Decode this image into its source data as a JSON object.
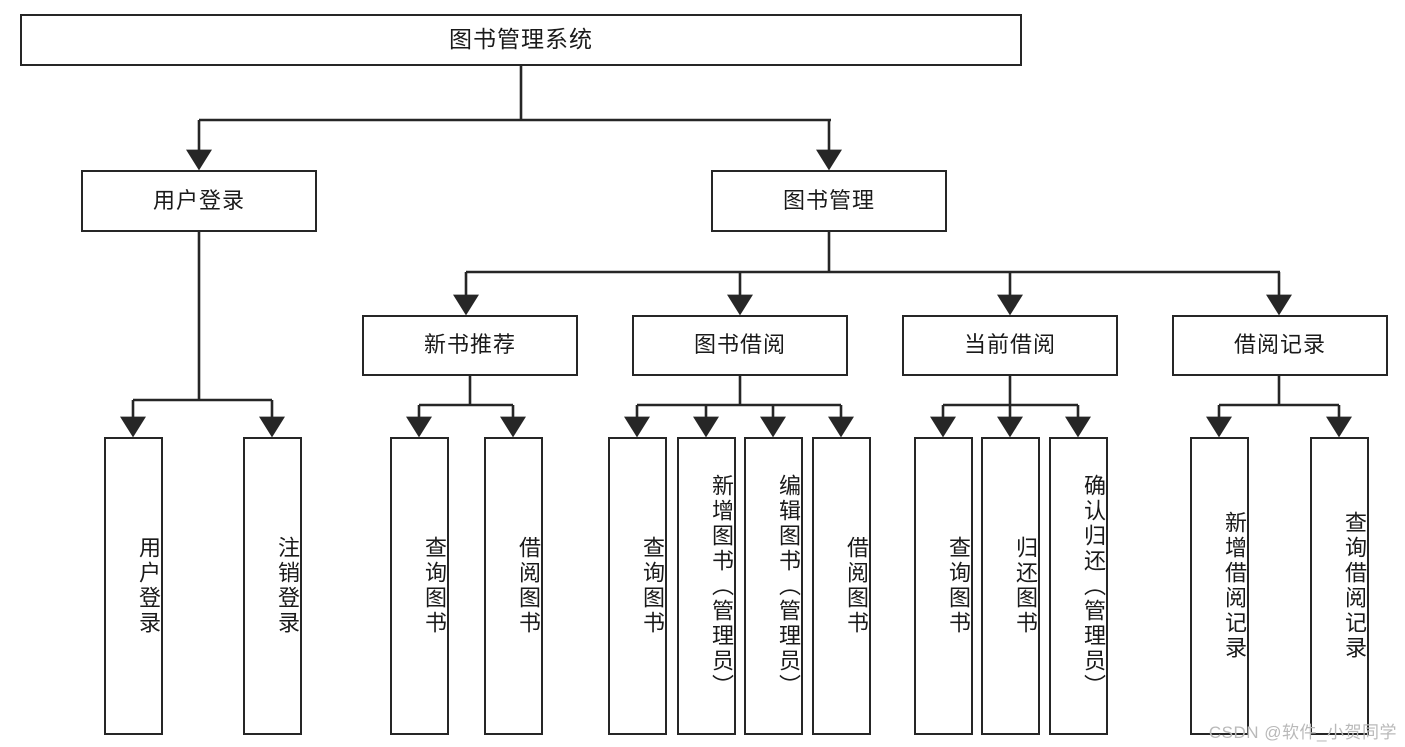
{
  "diagram": {
    "title": "图书管理系统",
    "type": "tree-hierarchy",
    "root": {
      "id": "root",
      "label": "图书管理系统"
    },
    "level1": [
      {
        "id": "user-login",
        "label": "用户登录"
      },
      {
        "id": "book-manage",
        "label": "图书管理"
      }
    ],
    "level2": [
      {
        "id": "new-book-rec",
        "label": "新书推荐",
        "parent": "book-manage"
      },
      {
        "id": "book-borrow",
        "label": "图书借阅",
        "parent": "book-manage"
      },
      {
        "id": "current-borrow",
        "label": "当前借阅",
        "parent": "book-manage"
      },
      {
        "id": "borrow-record",
        "label": "借阅记录",
        "parent": "book-manage"
      }
    ],
    "leaves": [
      {
        "id": "leaf-user-login",
        "label": "用户登录",
        "parent": "user-login"
      },
      {
        "id": "leaf-user-logout",
        "label": "注销登录",
        "parent": "user-login"
      },
      {
        "id": "leaf-query-book-1",
        "label": "查询图书",
        "parent": "new-book-rec"
      },
      {
        "id": "leaf-borrow-book-1",
        "label": "借阅图书",
        "parent": "new-book-rec"
      },
      {
        "id": "leaf-query-book-2",
        "label": "查询图书",
        "parent": "book-borrow"
      },
      {
        "id": "leaf-add-book",
        "label": "新增图书（管理员）",
        "parent": "book-borrow"
      },
      {
        "id": "leaf-edit-book",
        "label": "编辑图书（管理员）",
        "parent": "book-borrow"
      },
      {
        "id": "leaf-borrow-book-2",
        "label": "借阅图书",
        "parent": "book-borrow"
      },
      {
        "id": "leaf-query-book-3",
        "label": "查询图书",
        "parent": "current-borrow"
      },
      {
        "id": "leaf-return-book",
        "label": "归还图书",
        "parent": "current-borrow"
      },
      {
        "id": "leaf-confirm-return",
        "label": "确认归还（管理员）",
        "parent": "current-borrow"
      },
      {
        "id": "leaf-add-record",
        "label": "新增借阅记录",
        "parent": "borrow-record"
      },
      {
        "id": "leaf-query-record",
        "label": "查询借阅记录",
        "parent": "borrow-record"
      }
    ],
    "watermark": "CSDN @软件_小贺同学",
    "colors": {
      "stroke": "#262626",
      "fill": "#ffffff",
      "text": "#1a1a1a",
      "watermark": "#b9b9b9"
    }
  }
}
